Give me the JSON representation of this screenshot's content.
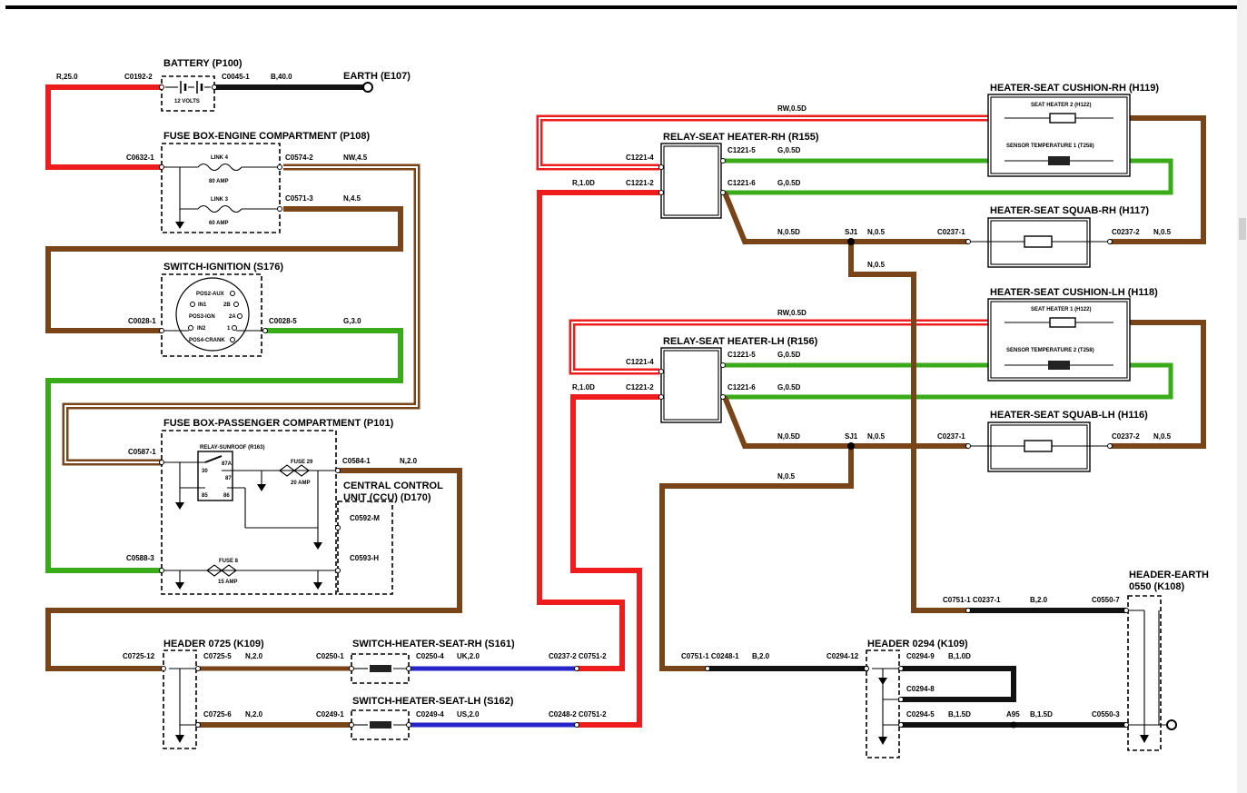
{
  "colors": {
    "red": "#ee1c1c",
    "brown": "#7a4419",
    "green": "#3aab18",
    "black": "#111111",
    "blue": "#2424c8"
  },
  "components": {
    "battery": "BATTERY (P100)",
    "battery_volts": "12 VOLTS",
    "earth": "EARTH (E107)",
    "fusebox_engine": "FUSE BOX-ENGINE COMPARTMENT (P108)",
    "link4": "LINK 4",
    "link4_amp": "80 AMP",
    "link3": "LINK 3",
    "link3_amp": "60 AMP",
    "ignition": "SWITCH-IGNITION (S176)",
    "pos2": "POS2-AUX",
    "pos3": "POS3-IGN",
    "pos4": "POS4-CRANK",
    "in1": "IN1",
    "in2": "IN2",
    "p2b": "2B",
    "p2a": "2A",
    "p1": "1",
    "fusebox_passenger": "FUSE BOX-PASSENGER COMPARTMENT (P101)",
    "relay_sunroof": "RELAY-SUNROOF (R163)",
    "r30": "30",
    "r87a": "87A",
    "r87": "87",
    "r85": "85",
    "r86": "86",
    "fuse29": "FUSE 29",
    "fuse29_amp": "20 AMP",
    "fuse8": "FUSE 8",
    "fuse8_amp": "15 AMP",
    "ccu_line1": "CENTRAL CONTROL",
    "ccu_line2": "UNIT (CCU) (D170)",
    "header0725": "HEADER 0725 (K109)",
    "switch_rh": "SWITCH-HEATER-SEAT-RH (S161)",
    "switch_lh": "SWITCH-HEATER-SEAT-LH (S162)",
    "relay_rh": "RELAY-SEAT HEATER-RH (R155)",
    "relay_lh": "RELAY-SEAT HEATER-LH (R156)",
    "cushion_rh": "HEATER-SEAT CUSHION-RH (H119)",
    "cushion_lh": "HEATER-SEAT CUSHION-LH (H118)",
    "seat_heater2": "SEAT HEATER 2 (H122)",
    "seat_heater1": "SEAT HEATER 1 (H122)",
    "sensor1": "SENSOR TEMPERATURE 1 (T258)",
    "sensor2": "SENSOR TEMPERATURE 2 (T258)",
    "squab_rh": "HEATER-SEAT SQUAB-RH (H117)",
    "squab_lh": "HEATER-SEAT SQUAB-LH (H116)",
    "header0294": "HEADER 0294 (K109)",
    "header_earth_line1": "HEADER-EARTH",
    "header_earth_line2": "0550 (K108)"
  },
  "connectors": {
    "c0192_2": "C0192-2",
    "c0045_1": "C0045-1",
    "c0632_1": "C0632-1",
    "c0574_2": "C0574-2",
    "c0571_3": "C0571-3",
    "c0028_1": "C0028-1",
    "c0028_5": "C0028-5",
    "c0587_1": "C0587-1",
    "c0588_3": "C0588-3",
    "c0584_1": "C0584-1",
    "c0592_m": "C0592-M",
    "c0593_h": "C0593-H",
    "c0725_12": "C0725-12",
    "c0725_5": "C0725-5",
    "c0725_6": "C0725-6",
    "c0250_1": "C0250-1",
    "c0250_4": "C0250-4",
    "c0249_1": "C0249-1",
    "c0249_4": "C0249-4",
    "c0237_2_c0751_2": "C0237-2 C0751-2",
    "c0248_2_c0751_2": "C0248-2 C0751-2",
    "c1221_4": "C1221-4",
    "c1221_2": "C1221-2",
    "c1221_5": "C1221-5",
    "c1221_6": "C1221-6",
    "c0237_1": "C0237-1",
    "c0237_2": "C0237-2",
    "sj1": "SJ1",
    "c0751_1_c0237_1": "C0751-1 C0237-1",
    "c0751_1_c0248_1": "C0751-1 C0248-1",
    "c0550_7": "C0550-7",
    "c0550_3": "C0550-3",
    "c0294_12": "C0294-12",
    "c0294_9": "C0294-9",
    "c0294_8": "C0294-8",
    "c0294_5": "C0294-5",
    "a95": "A95"
  },
  "wires": {
    "r25": "R,25.0",
    "b40": "B,40.0",
    "nw45": "NW,4.5",
    "n45": "N,4.5",
    "g30": "G,3.0",
    "n20": "N,2.0",
    "uk20": "UK,2.0",
    "us20": "US,2.0",
    "rw05d": "RW,0.5D",
    "r10d": "R,1.0D",
    "g05d": "G,0.5D",
    "n05d": "N,0.5D",
    "n05": "N,0.5",
    "b20": "B,2.0",
    "b10d": "B,1.0D",
    "b15d": "B,1.5D"
  }
}
